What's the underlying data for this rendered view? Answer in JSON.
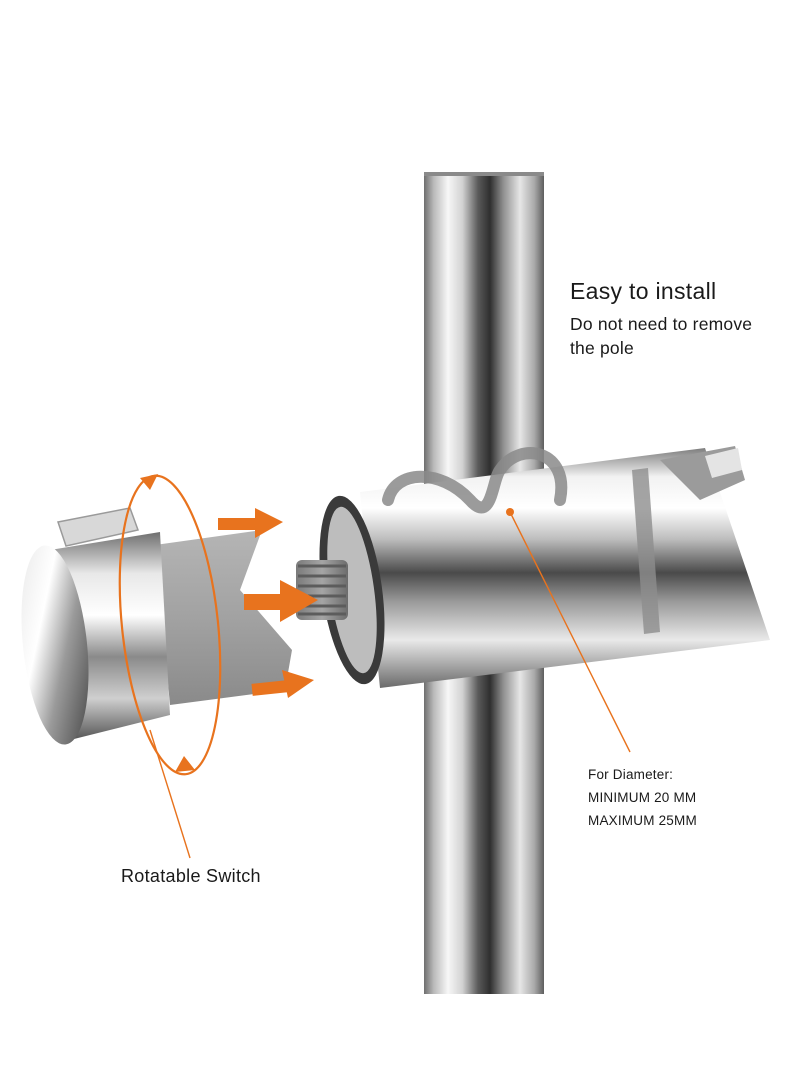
{
  "heading": "Easy to install",
  "subheading_lines": [
    "Do not need to remove",
    "the pole"
  ],
  "diameter_lines": [
    "For Diameter:",
    "MINIMUM 20 MM",
    "MAXIMUM 25MM"
  ],
  "switch_label": "Rotatable Switch",
  "colors": {
    "accent": "#e8731e",
    "chrome": "#c8c8c8",
    "grey_part": "#9c9c9c",
    "text": "#1a1a1a",
    "background": "#ffffff"
  }
}
